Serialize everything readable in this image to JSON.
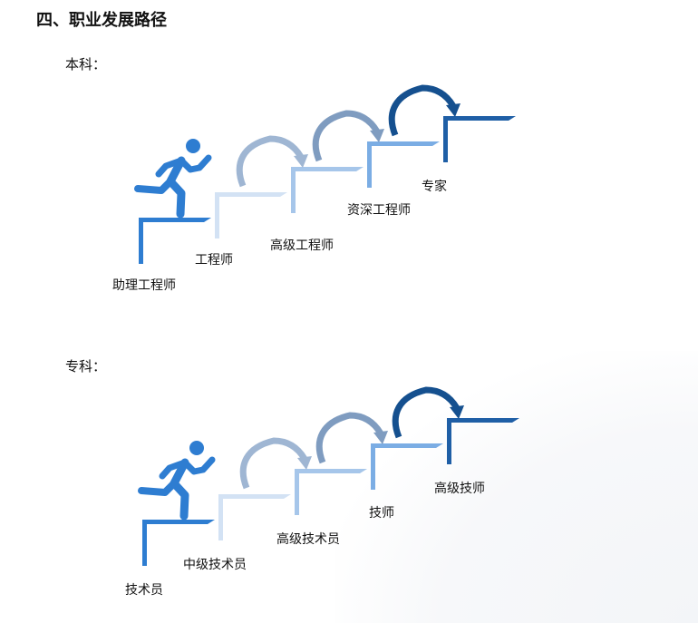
{
  "heading": "四、职业发展路径",
  "undergrad": {
    "label": "本科：",
    "steps": [
      "助理工程师",
      "工程师",
      "高级工程师",
      "资深工程师",
      "专家"
    ]
  },
  "college": {
    "label": "专科：",
    "steps": [
      "技术员",
      "中级技术员",
      "高级技术员",
      "技师",
      "高级技师"
    ]
  },
  "colors": {
    "steps": [
      "#2e7dd1",
      "#d3e2f4",
      "#a6c6ea",
      "#7badE4",
      "#1f5fa6"
    ],
    "arrows": [
      "#9fb6d3",
      "#7f9cc0",
      "#15508f"
    ]
  }
}
